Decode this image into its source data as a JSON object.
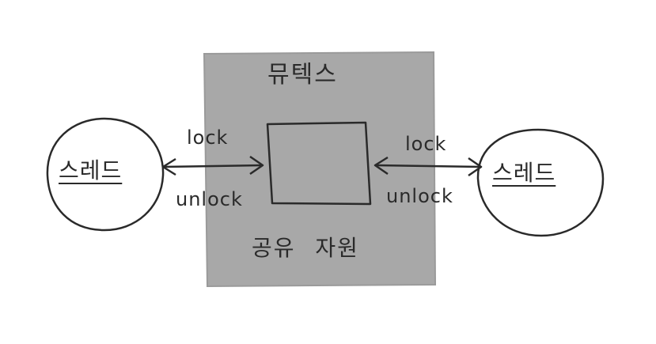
{
  "mutex": {
    "title": "뮤텍스",
    "resource_label": "공유 자원",
    "fill_color": "#a8a8a8"
  },
  "threads": [
    {
      "label": "스레드"
    },
    {
      "label": "스레드"
    }
  ],
  "edges": {
    "left": {
      "lock": "lock",
      "unlock": "unlock"
    },
    "right": {
      "lock": "lock",
      "unlock": "unlock"
    }
  },
  "colors": {
    "ink": "#2a2a2a",
    "background": "#ffffff"
  }
}
